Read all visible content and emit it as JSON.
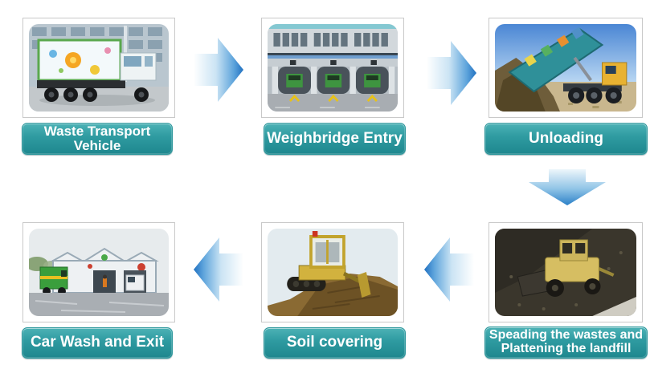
{
  "diagram": {
    "kind": "process-flow",
    "steps": [
      {
        "name": "waste-transport-vehicle",
        "label": "Waste Transport Vehicle",
        "label_lines": [
          "Waste Transport",
          "Vehicle"
        ],
        "photo": "Waste transport truck with flower-decorated white container driving past a building"
      },
      {
        "name": "weighbridge-entry",
        "label": "Weighbridge Entry",
        "label_lines": [
          "Weighbridge Entry"
        ],
        "photo": "Green trucks passing through three weighbridge entry lanes under a gray building"
      },
      {
        "name": "unloading",
        "label": "Unloading",
        "label_lines": [
          "Unloading"
        ],
        "photo": "Dump truck tipping its bed and unloading waste at the landfill"
      },
      {
        "name": "spreading-flattening",
        "label": "Speading the wastes and Plattening the landfill",
        "label_lines": [
          "Speading the wastes and",
          "Plattening the landfill"
        ],
        "photo": "Yellow landfill compactor spreading and flattening wastes on dark ground"
      },
      {
        "name": "soil-covering",
        "label": "Soil covering",
        "label_lines": [
          "Soil covering"
        ],
        "photo": "Yellow bulldozer pushing soil over the landfill mound"
      },
      {
        "name": "car-wash-exit",
        "label": "Car Wash and Exit",
        "label_lines": [
          "Car Wash and Exit"
        ],
        "photo": "Trucks at the car wash building with three peaked bays before exiting"
      }
    ],
    "arrows": [
      {
        "name": "arrow-1",
        "direction": "right",
        "from": "Waste Transport Vehicle",
        "to": "Weighbridge Entry"
      },
      {
        "name": "arrow-2",
        "direction": "right",
        "from": "Weighbridge Entry",
        "to": "Unloading"
      },
      {
        "name": "arrow-3",
        "direction": "down",
        "from": "Unloading",
        "to": "Speading the wastes and Plattening the landfill"
      },
      {
        "name": "arrow-4",
        "direction": "left",
        "from": "Speading the wastes and Plattening the landfill",
        "to": "Soil covering"
      },
      {
        "name": "arrow-5",
        "direction": "left",
        "from": "Soil covering",
        "to": "Car Wash and Exit"
      }
    ],
    "colors": {
      "label_gradient_top": "#4cb2b6",
      "label_gradient_bottom": "#1e878e",
      "label_text": "#ffffff",
      "arrow_blue_dark": "#2171c1",
      "arrow_blue_light": "#ffffff",
      "photo_frame_border": "#c9c9c9",
      "page_background": "#ffffff"
    }
  }
}
